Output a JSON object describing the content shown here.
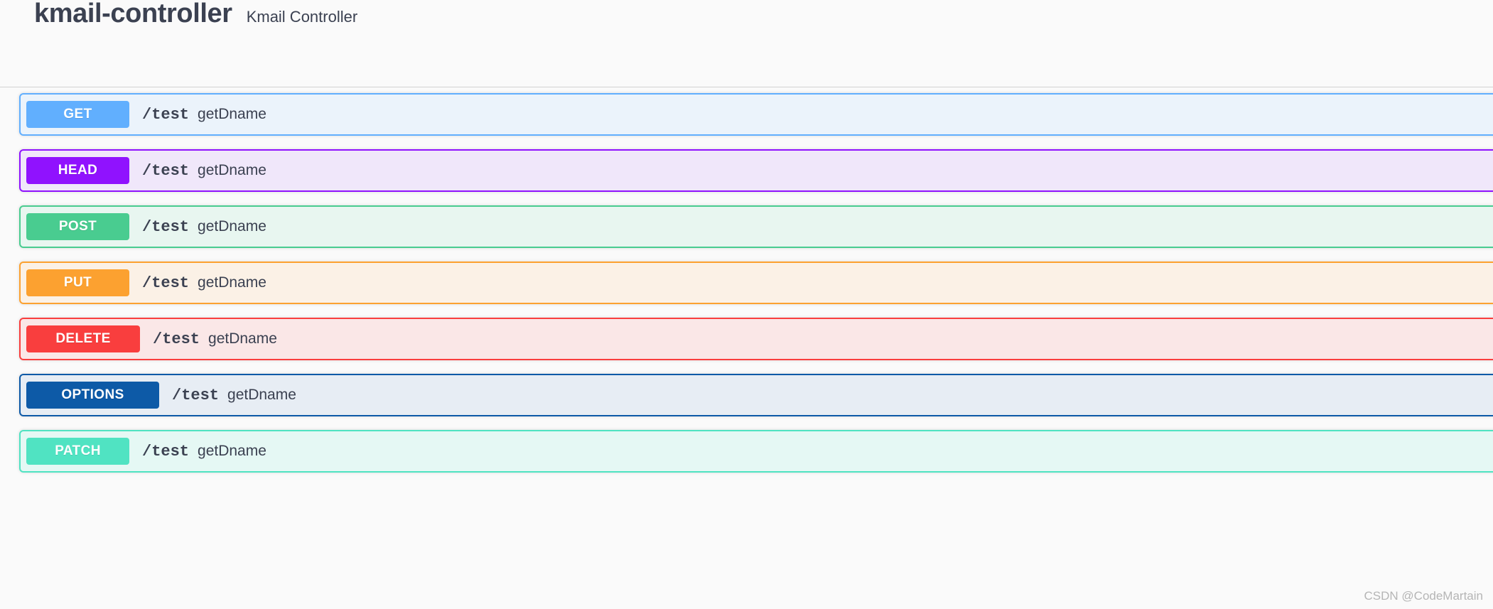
{
  "colors": {
    "page_background": "#fafafa",
    "text_primary": "#3b4151",
    "divider": "#d3d3d3",
    "watermark": "#b5b5b5"
  },
  "tag_section": {
    "name": "kmail-controller",
    "description": "Kmail Controller"
  },
  "operations": [
    {
      "method": "GET",
      "path": "/test",
      "summary": "getDname",
      "accent": "#61affe",
      "background": "#ebf3fb"
    },
    {
      "method": "HEAD",
      "path": "/test",
      "summary": "getDname",
      "accent": "#9012fe",
      "background": "#f0e7fa"
    },
    {
      "method": "POST",
      "path": "/test",
      "summary": "getDname",
      "accent": "#49cc90",
      "background": "#e8f6f0"
    },
    {
      "method": "PUT",
      "path": "/test",
      "summary": "getDname",
      "accent": "#fca130",
      "background": "#fbf1e6"
    },
    {
      "method": "DELETE",
      "path": "/test",
      "summary": "getDname",
      "accent": "#f93e3e",
      "background": "#fae7e7"
    },
    {
      "method": "OPTIONS",
      "path": "/test",
      "summary": "getDname",
      "accent": "#0d5aa7",
      "background": "#e7edf4"
    },
    {
      "method": "PATCH",
      "path": "/test",
      "summary": "getDname",
      "accent": "#50e3c2",
      "background": "#e5f8f4"
    }
  ],
  "watermark": {
    "text": "CSDN @CodeMartain"
  }
}
